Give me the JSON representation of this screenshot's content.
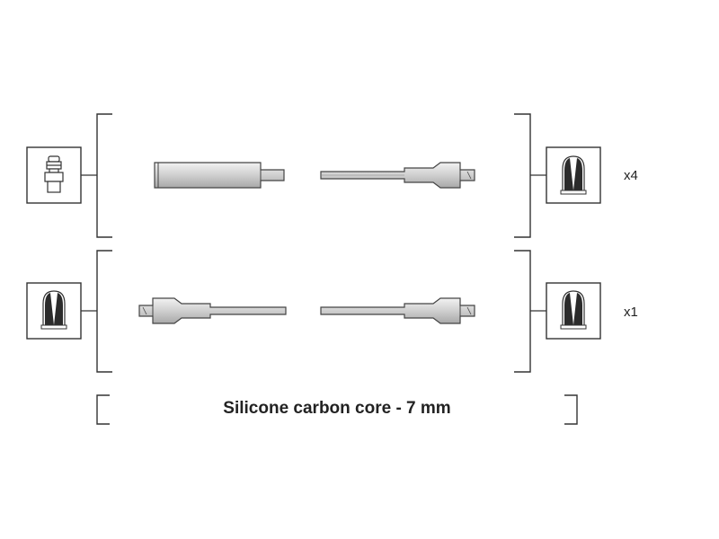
{
  "rows": [
    {
      "quantity": "x4",
      "left_connector": "spark-plug-terminal-icon",
      "right_connector": "distributor-boot-icon"
    },
    {
      "quantity": "x1",
      "left_connector": "coil-boot-icon",
      "right_connector": "distributor-boot-icon"
    }
  ],
  "caption": "Silicone carbon core - 7 mm",
  "colors": {
    "line": "#333333",
    "cable_fill": "#d9d9d9",
    "boot_fill": "#2b2b2b"
  }
}
